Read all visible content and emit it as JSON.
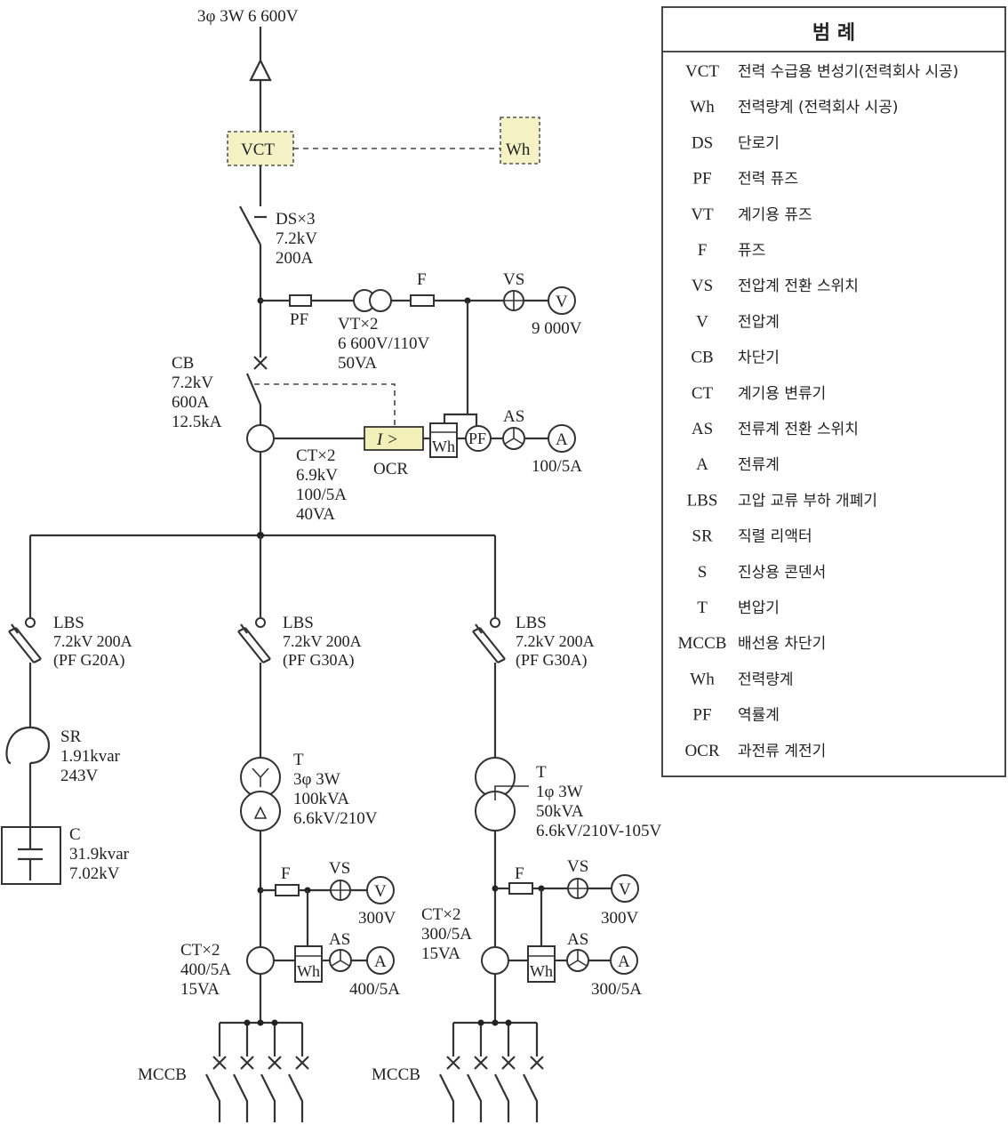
{
  "supply": {
    "label": "3φ 3W 6 600V"
  },
  "vct_box": {
    "label": "VCT"
  },
  "wh_box": {
    "label": "Wh"
  },
  "ds": {
    "l1": "DS×3",
    "l2": "7.2kV",
    "l3": "200A"
  },
  "pf_main": {
    "label": "PF"
  },
  "vt": {
    "l1": "VT×2",
    "l2": "6 600V/110V",
    "l3": "50VA"
  },
  "f_main": {
    "label": "F"
  },
  "vs_main": {
    "label": "VS"
  },
  "v_main": {
    "symbol": "V",
    "value": "9 000V"
  },
  "cb": {
    "l1": "CB",
    "l2": "7.2kV",
    "l3": "600A",
    "l4": "12.5kA"
  },
  "ct_main": {
    "l1": "CT×2",
    "l2": "6.9kV",
    "l3": "100/5A",
    "l4": "40VA"
  },
  "ocr": {
    "symbol": "I >",
    "label": "OCR"
  },
  "wh_main": {
    "label": "Wh"
  },
  "pf_meter": {
    "label": "PF"
  },
  "as_main": {
    "label": "AS"
  },
  "a_main": {
    "symbol": "A",
    "value": "100/5A"
  },
  "lbs1": {
    "l1": "LBS",
    "l2": "7.2kV 200A",
    "l3": "(PF G20A)"
  },
  "lbs2": {
    "l1": "LBS",
    "l2": "7.2kV 200A",
    "l3": "(PF G30A)"
  },
  "lbs3": {
    "l1": "LBS",
    "l2": "7.2kV 200A",
    "l3": "(PF G30A)"
  },
  "sr": {
    "l1": "SR",
    "l2": "1.91kvar",
    "l3": "243V"
  },
  "c": {
    "l1": "C",
    "l2": "31.9kvar",
    "l3": "7.02kV"
  },
  "t1": {
    "l1": "T",
    "l2": "3φ 3W",
    "l3": "100kVA",
    "l4": "6.6kV/210V"
  },
  "t2": {
    "l1": "T",
    "l2": "1φ 3W",
    "l3": "50kVA",
    "l4": "6.6kV/210V-105V"
  },
  "left_sub": {
    "f": "F",
    "vs": "VS",
    "v_symbol": "V",
    "v_value": "300V",
    "ct_l1": "CT×2",
    "ct_l2": "400/5A",
    "ct_l3": "15VA",
    "wh": "Wh",
    "as": "AS",
    "a_symbol": "A",
    "a_value": "400/5A",
    "mccb": "MCCB"
  },
  "right_sub": {
    "f": "F",
    "vs": "VS",
    "v_symbol": "V",
    "v_value": "300V",
    "ct_l1": "CT×2",
    "ct_l2": "300/5A",
    "ct_l3": "15VA",
    "wh": "Wh",
    "as": "AS",
    "a_symbol": "A",
    "a_value": "300/5A",
    "mccb": "MCCB"
  },
  "legend": {
    "title": "범   례",
    "items": [
      {
        "abbr": "VCT",
        "desc": "전력 수급용 변성기(전력회사 시공)"
      },
      {
        "abbr": "Wh",
        "desc": "전력량계 (전력회사 시공)"
      },
      {
        "abbr": "DS",
        "desc": "단로기"
      },
      {
        "abbr": "PF",
        "desc": "전력 퓨즈"
      },
      {
        "abbr": "VT",
        "desc": "계기용 퓨즈"
      },
      {
        "abbr": "F",
        "desc": "퓨즈"
      },
      {
        "abbr": "VS",
        "desc": "전압계 전환 스위치"
      },
      {
        "abbr": "V",
        "desc": "전압계"
      },
      {
        "abbr": "CB",
        "desc": "차단기"
      },
      {
        "abbr": "CT",
        "desc": "계기용 변류기"
      },
      {
        "abbr": "AS",
        "desc": "전류계 전환 스위치"
      },
      {
        "abbr": "A",
        "desc": "전류계"
      },
      {
        "abbr": "LBS",
        "desc": "고압 교류 부하 개폐기"
      },
      {
        "abbr": "SR",
        "desc": "직렬 리액터"
      },
      {
        "abbr": "S",
        "desc": "진상용 콘덴서"
      },
      {
        "abbr": "T",
        "desc": "변압기"
      },
      {
        "abbr": "MCCB",
        "desc": "배선용 차단기"
      },
      {
        "abbr": "Wh",
        "desc": "전력량계"
      },
      {
        "abbr": "PF",
        "desc": "역률계"
      },
      {
        "abbr": "OCR",
        "desc": "과전류 계전기"
      }
    ]
  }
}
